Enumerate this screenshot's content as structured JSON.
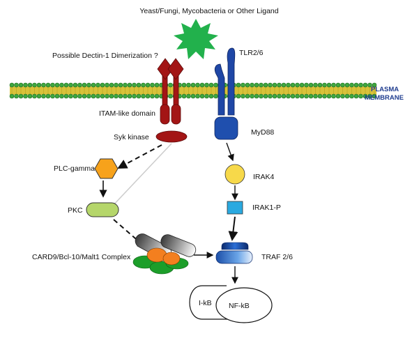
{
  "labels": {
    "ligand": "Yeast/Fungi, Mycobacteria or Other Ligand",
    "dimerization": "Possible Dectin-1 Dimerization ?",
    "tlr": "TLR2/6",
    "itam": "ITAM-like domain",
    "syk": "Syk kinase",
    "myd88": "MyD88",
    "plc": "PLC-gamma",
    "irak4": "IRAK4",
    "irak1": "IRAK1-P",
    "pkc": "PKC",
    "card9": "CARD9/Bcl-10/Malt1 Complex",
    "traf": "TRAF 2/6",
    "ikb": "I-kB",
    "nfkb": "NF-kB",
    "membrane_line1": "PLASMA",
    "membrane_line2": "MEMBRANE"
  },
  "colors": {
    "ligand": "#22b14c",
    "dectin": "#a31515",
    "tlr": "#1f47a6",
    "myd88": "#1f4fae",
    "plc": "#f7a21b",
    "irak4": "#f7d94a",
    "irak1": "#2aa9e0",
    "pkc": "#b5d66a",
    "membrane_head": "#3ea63e",
    "membrane_tail": "#d8c23a",
    "membrane_label": "#1f3d8f"
  }
}
